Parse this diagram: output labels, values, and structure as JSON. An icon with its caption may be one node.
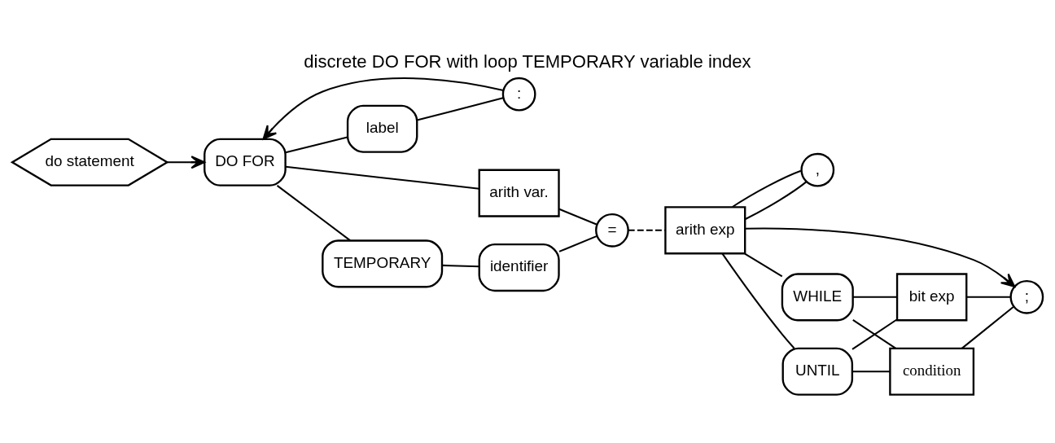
{
  "diagram": {
    "title": "discrete DO FOR with loop TEMPORARY variable index",
    "nodes": [
      {
        "text": [
          "do statement"
        ]
      },
      {
        "text": [
          ":"
        ]
      },
      {
        "text": [
          "label"
        ]
      },
      {
        "text": [
          "DO FOR"
        ]
      },
      {
        "text": [
          "TEMPORARY"
        ]
      },
      {
        "text": [
          "identifier"
        ]
      },
      {
        "text": [
          "arith var."
        ]
      },
      {
        "text": [
          "="
        ]
      },
      {
        "text": [
          "arith exp"
        ]
      },
      {
        "text": [
          ","
        ]
      },
      {
        "text": [
          "WHILE"
        ]
      },
      {
        "text": [
          "UNTIL"
        ]
      },
      {
        "text": [
          "condition"
        ]
      },
      {
        "text": [
          "bit exp"
        ]
      },
      {
        "text": [
          ";"
        ]
      }
    ],
    "edges": [
      {
        "from": 0,
        "to": 3,
        "arrow": "to"
      },
      {
        "from": 3,
        "to": 2,
        "arrow": "none"
      },
      {
        "from": 2,
        "to": 1,
        "arrow": "none"
      },
      {
        "from": 1,
        "to": 3,
        "arrow": "to"
      },
      {
        "from": 3,
        "to": 4,
        "arrow": "none"
      },
      {
        "from": 3,
        "to": 6,
        "arrow": "none"
      },
      {
        "from": 4,
        "to": 5,
        "arrow": "none"
      },
      {
        "from": 5,
        "to": 7,
        "arrow": "none"
      },
      {
        "from": 6,
        "to": 7,
        "arrow": "none"
      },
      {
        "from": 7,
        "to": 8,
        "arrow": "none",
        "style": "dashed"
      },
      {
        "from": 8,
        "to": 9,
        "arrow": "none"
      },
      {
        "from": 9,
        "to": 8,
        "arrow": "none"
      },
      {
        "from": 8,
        "to": 14,
        "arrow": "to"
      },
      {
        "from": 8,
        "to": 10,
        "arrow": "none"
      },
      {
        "from": 8,
        "to": 11,
        "arrow": "none"
      },
      {
        "from": 10,
        "to": 12,
        "arrow": "none"
      },
      {
        "from": 10,
        "to": 13,
        "arrow": "none"
      },
      {
        "from": 11,
        "to": 12,
        "arrow": "none"
      },
      {
        "from": 11,
        "to": 13,
        "arrow": "none"
      },
      {
        "from": 12,
        "to": 14,
        "arrow": "none"
      },
      {
        "from": 13,
        "to": 14,
        "arrow": "none"
      }
    ]
  }
}
